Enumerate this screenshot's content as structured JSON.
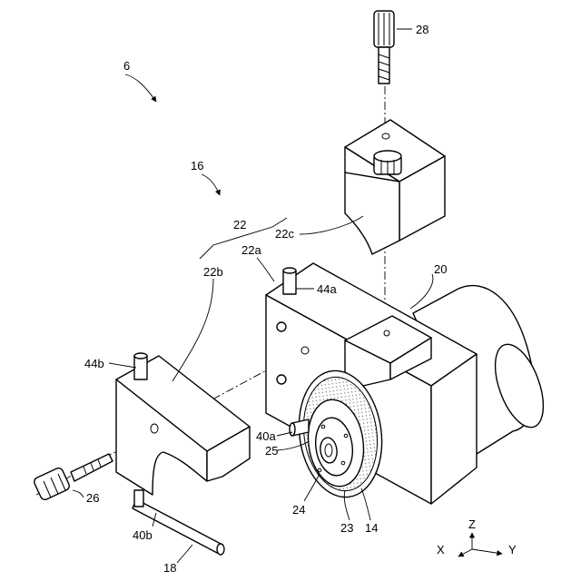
{
  "figure": {
    "labels": {
      "l6": "6",
      "l16": "16",
      "l28": "28",
      "l22": "22",
      "l22c": "22c",
      "l22a": "22a",
      "l22b": "22b",
      "l44a": "44a",
      "l44b": "44b",
      "l20": "20",
      "l40a": "40a",
      "l25": "25",
      "l26": "26",
      "l24": "24",
      "l23": "23",
      "l14": "14",
      "l40b": "40b",
      "l18": "18"
    },
    "axes": {
      "z": "Z",
      "x": "X",
      "y": "Y"
    }
  }
}
